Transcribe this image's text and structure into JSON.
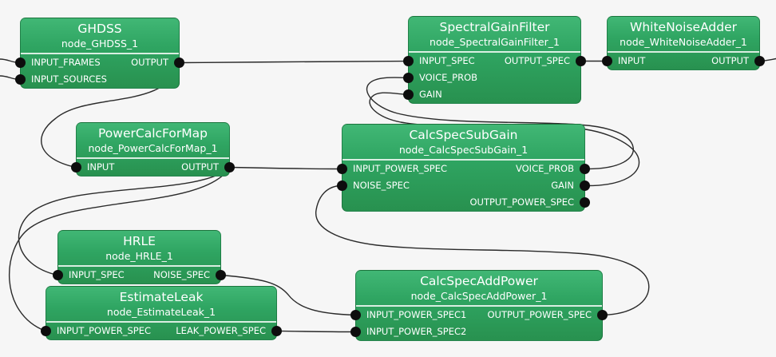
{
  "app": {
    "canvas_background": "#f6f6f6",
    "node_fill_top": "#41b775",
    "node_fill_bottom": "#28914f",
    "wire_color": "#2a2a2a",
    "port_color": "#0d0d0d",
    "text_color": "#ffffff"
  },
  "nodes": [
    {
      "title": "GHDSS",
      "instance": "node_GHDSS_1",
      "rows": [
        {
          "in": "INPUT_FRAMES",
          "out": "OUTPUT"
        },
        {
          "in": "INPUT_SOURCES",
          "out": ""
        }
      ]
    },
    {
      "title": "PowerCalcForMap",
      "instance": "node_PowerCalcForMap_1",
      "rows": [
        {
          "in": "INPUT",
          "out": "OUTPUT"
        }
      ]
    },
    {
      "title": "HRLE",
      "instance": "node_HRLE_1",
      "rows": [
        {
          "in": "INPUT_SPEC",
          "out": "NOISE_SPEC"
        }
      ]
    },
    {
      "title": "EstimateLeak",
      "instance": "node_EstimateLeak_1",
      "rows": [
        {
          "in": "INPUT_POWER_SPEC",
          "out": "LEAK_POWER_SPEC"
        }
      ]
    },
    {
      "title": "SpectralGainFilter",
      "instance": "node_SpectralGainFilter_1",
      "rows": [
        {
          "in": "INPUT_SPEC",
          "out": "OUTPUT_SPEC"
        },
        {
          "in": "VOICE_PROB",
          "out": ""
        },
        {
          "in": "GAIN",
          "out": ""
        }
      ]
    },
    {
      "title": "CalcSpecSubGain",
      "instance": "node_CalcSpecSubGain_1",
      "rows": [
        {
          "in": "INPUT_POWER_SPEC",
          "out": "VOICE_PROB"
        },
        {
          "in": "NOISE_SPEC",
          "out": "GAIN"
        },
        {
          "in": "",
          "out": "OUTPUT_POWER_SPEC"
        }
      ]
    },
    {
      "title": "CalcSpecAddPower",
      "instance": "node_CalcSpecAddPower_1",
      "rows": [
        {
          "in": "INPUT_POWER_SPEC1",
          "out": "OUTPUT_POWER_SPEC"
        },
        {
          "in": "INPUT_POWER_SPEC2",
          "out": ""
        }
      ]
    },
    {
      "title": "WhiteNoiseAdder",
      "instance": "node_WhiteNoiseAdder_1",
      "rows": [
        {
          "in": "INPUT",
          "out": "OUTPUT"
        }
      ]
    }
  ],
  "connections": [
    {
      "from": "offscreen-left",
      "to": "node_GHDSS_1.INPUT_FRAMES"
    },
    {
      "from": "offscreen-left",
      "to": "node_GHDSS_1.INPUT_SOURCES"
    },
    {
      "from": "node_GHDSS_1.OUTPUT",
      "to": "node_SpectralGainFilter_1.INPUT_SPEC"
    },
    {
      "from": "node_GHDSS_1.OUTPUT",
      "to": "node_PowerCalcForMap_1.INPUT"
    },
    {
      "from": "node_PowerCalcForMap_1.OUTPUT",
      "to": "node_CalcSpecSubGain_1.INPUT_POWER_SPEC"
    },
    {
      "from": "node_PowerCalcForMap_1.OUTPUT",
      "to": "node_HRLE_1.INPUT_SPEC"
    },
    {
      "from": "node_PowerCalcForMap_1.OUTPUT",
      "to": "node_EstimateLeak_1.INPUT_POWER_SPEC"
    },
    {
      "from": "node_HRLE_1.NOISE_SPEC",
      "to": "node_CalcSpecAddPower_1.INPUT_POWER_SPEC1"
    },
    {
      "from": "node_EstimateLeak_1.LEAK_POWER_SPEC",
      "to": "node_CalcSpecAddPower_1.INPUT_POWER_SPEC2"
    },
    {
      "from": "node_CalcSpecAddPower_1.OUTPUT_POWER_SPEC",
      "to": "node_CalcSpecSubGain_1.NOISE_SPEC"
    },
    {
      "from": "node_CalcSpecSubGain_1.VOICE_PROB",
      "to": "node_SpectralGainFilter_1.VOICE_PROB"
    },
    {
      "from": "node_CalcSpecSubGain_1.GAIN",
      "to": "node_SpectralGainFilter_1.GAIN"
    },
    {
      "from": "node_SpectralGainFilter_1.OUTPUT_SPEC",
      "to": "node_WhiteNoiseAdder_1.INPUT"
    },
    {
      "from": "node_WhiteNoiseAdder_1.OUTPUT",
      "to": "offscreen-right"
    }
  ]
}
